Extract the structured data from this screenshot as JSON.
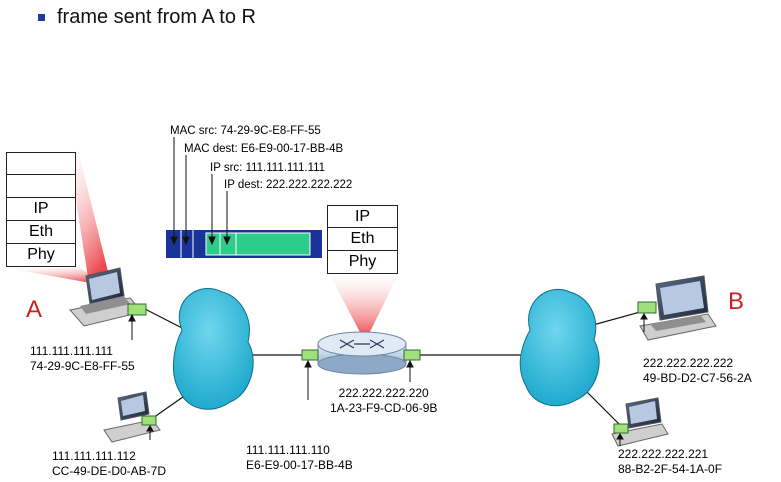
{
  "bullet": {
    "text": "frame sent from A to R"
  },
  "hosts": {
    "a": {
      "letter": "A",
      "ip": "111.111.111.111",
      "mac": "74-29-9C-E8-FF-55"
    },
    "b": {
      "letter": "B",
      "ip": "222.222.222.222",
      "mac": "49-BD-D2-C7-56-2A"
    },
    "host3": {
      "ip": "111.111.111.112",
      "mac": "CC-49-DE-D0-AB-7D"
    },
    "host4": {
      "ip": "222.222.222.221",
      "mac": "88-B2-2F-54-1A-0F"
    }
  },
  "router": {
    "left_if": {
      "ip": "111.111.111.110",
      "mac": "E6-E9-00-17-BB-4B"
    },
    "right_if": {
      "ip": "222.222.222.220",
      "mac": "1A-23-F9-CD-06-9B"
    }
  },
  "frame_header": {
    "mac_src": "MAC src: 74-29-9C-E8-FF-55",
    "mac_dest": "MAC dest: E6-E9-00-17-BB-4B",
    "ip_src": "IP src: 111.111.111.111",
    "ip_dest": "IP dest: 222.222.222.222"
  },
  "host_stack": [
    "",
    "",
    "IP",
    "Eth",
    "Phy"
  ],
  "router_stack": [
    "IP",
    "Eth",
    "Phy"
  ],
  "colors": {
    "frame_blue": "#1a3399",
    "payload_green": "#2ecc8a",
    "cloud": "#29b5d6",
    "adapter": "#9fe07a",
    "highlight_red": "#e8242b"
  }
}
